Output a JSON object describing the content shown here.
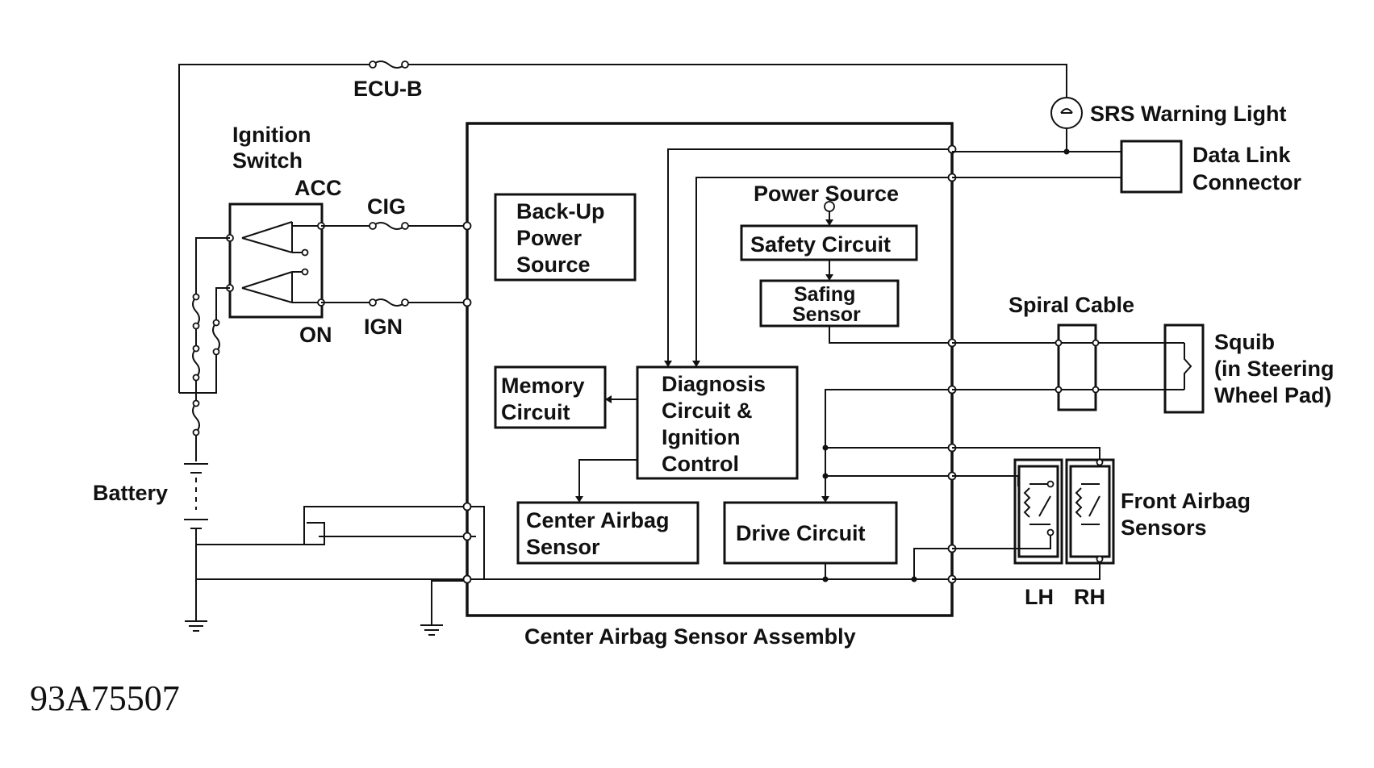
{
  "diagram": {
    "figure_code": "93A75507",
    "assembly_label": "Center Airbag Sensor Assembly",
    "fuses": {
      "ecu_b": "ECU-B",
      "cig": "CIG",
      "ign": "IGN"
    },
    "ignition_switch": {
      "line1": "Ignition",
      "line2": "Switch",
      "acc": "ACC",
      "on": "ON"
    },
    "battery": "Battery",
    "srs_warning_light": "SRS Warning Light",
    "data_link_connector": {
      "line1": "Data Link",
      "line2": "Connector"
    },
    "backup_power": {
      "line1": "Back-Up",
      "line2": "Power",
      "line3": "Source"
    },
    "power_source": "Power Source",
    "safety_circuit": "Safety Circuit",
    "safing_sensor": {
      "line1": "Safing",
      "line2": "Sensor"
    },
    "memory_circuit": {
      "line1": "Memory",
      "line2": "Circuit"
    },
    "diagnosis": {
      "line1": "Diagnosis",
      "line2": "Circuit  &",
      "line3": "Ignition",
      "line4": "Control"
    },
    "center_airbag_sensor": {
      "line1": "Center Airbag",
      "line2": "Sensor"
    },
    "drive_circuit": "Drive Circuit",
    "spiral_cable": "Spiral Cable",
    "squib": {
      "line1": "Squib",
      "line2": "(in Steering",
      "line3": "Wheel Pad)"
    },
    "front_sensors": {
      "line1": "Front Airbag",
      "line2": "Sensors",
      "lh": "LH",
      "rh": "RH"
    }
  }
}
